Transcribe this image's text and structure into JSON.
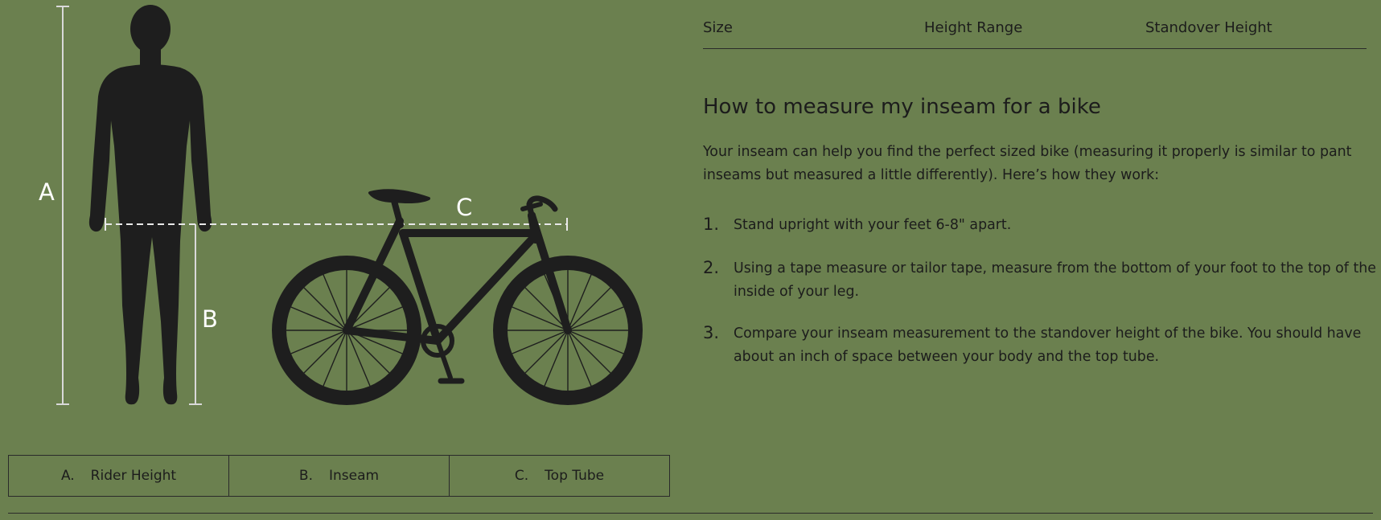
{
  "illustration": {
    "label_a": "A",
    "label_b": "B",
    "label_c": "C",
    "silhouette_color": "#1e1e1e",
    "measure_line_color": "#e8e8e8"
  },
  "legend": [
    {
      "letter": "A.",
      "label": "Rider Height"
    },
    {
      "letter": "B.",
      "label": "Inseam"
    },
    {
      "letter": "C.",
      "label": "Top Tube"
    }
  ],
  "size_table": {
    "headers": [
      "Size",
      "Height Range",
      "Standover Height"
    ]
  },
  "guide": {
    "title": "How to measure my inseam for a bike",
    "intro": "Your inseam can help you find the perfect sized bike (measuring it properly is similar to pant inseams but measured a little differently). Here’s how they work:",
    "steps": [
      {
        "num": "1.",
        "text": "Stand upright with your feet 6-8\" apart."
      },
      {
        "num": "2.",
        "text": "Using a tape measure or tailor tape, measure from the bottom of your foot to the top of the inside of your leg."
      },
      {
        "num": "3.",
        "text": "Compare your inseam measurement to the standover height of the bike. You should have about an inch of space between your body and the top tube."
      }
    ]
  },
  "colors": {
    "background": "#6b804f",
    "text": "#1c1c1c"
  }
}
